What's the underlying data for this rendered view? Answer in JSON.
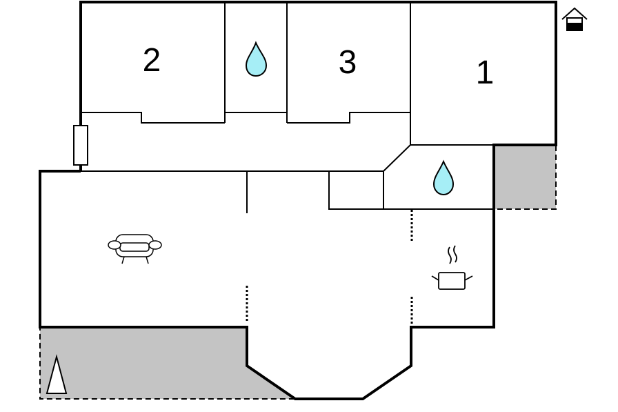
{
  "rooms": {
    "bedroom_1": {
      "number": "1"
    },
    "bedroom_2": {
      "number": "2"
    },
    "bedroom_3": {
      "number": "3"
    }
  },
  "icons": {
    "bathroom_upper": "water-drop-icon",
    "bathroom_lower": "water-drop-icon",
    "living": "sofa-icon",
    "kitchen": "cooking-pot-icon",
    "house": "house-icon",
    "compass": "north-arrow-icon"
  },
  "colors": {
    "terrace": "#c4c4c4",
    "water": "#a6eef6",
    "wall": "#000000"
  }
}
